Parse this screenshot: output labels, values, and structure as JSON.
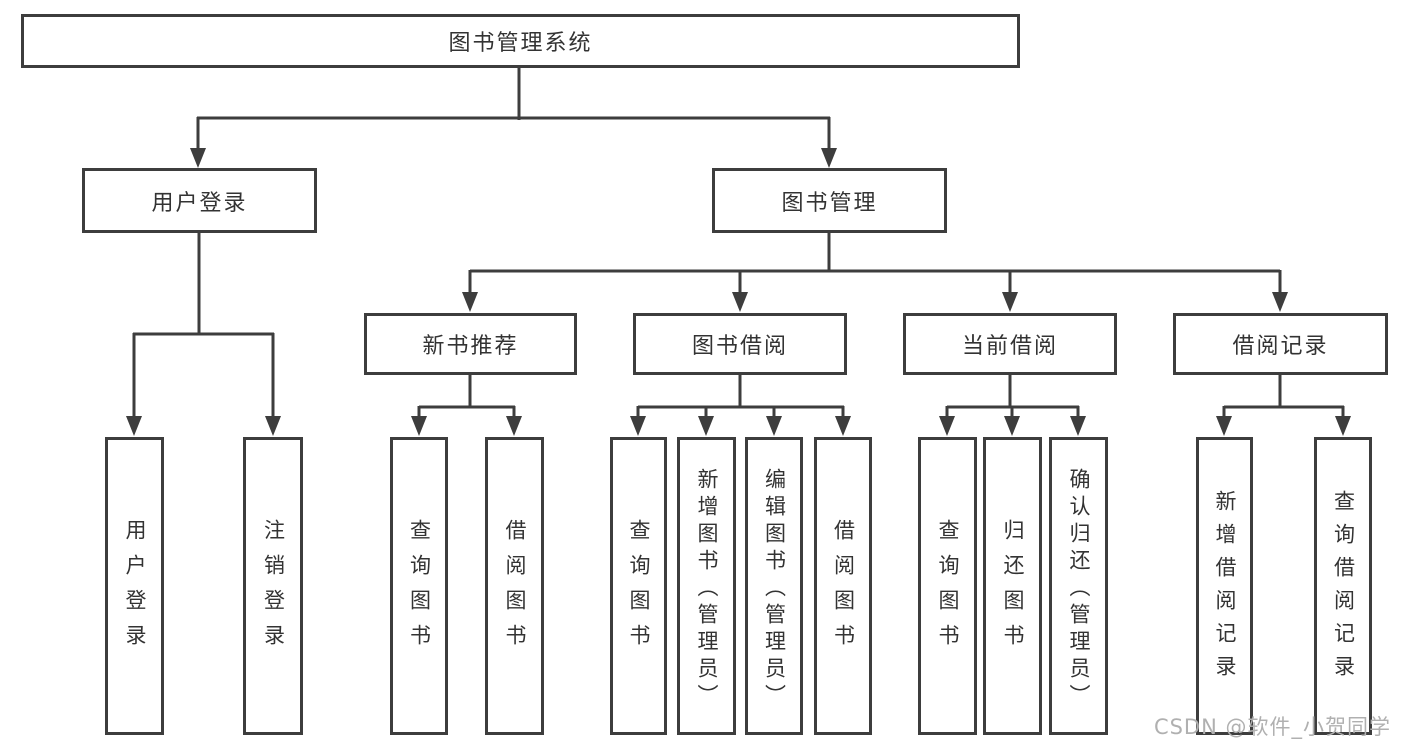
{
  "colors": {
    "line": "#3d3d3d",
    "text": "#333333",
    "box_bg": "#ffffff",
    "watermark": "#b0b0b0",
    "background": "#ffffff"
  },
  "root": {
    "label": "图书管理系统"
  },
  "branches": [
    {
      "label": "用户登录",
      "children": [
        {
          "label": "用户登录"
        },
        {
          "label": "注销登录"
        }
      ]
    },
    {
      "label": "图书管理",
      "sections": [
        {
          "label": "新书推荐",
          "children": [
            {
              "label": "查询图书"
            },
            {
              "label": "借阅图书"
            }
          ]
        },
        {
          "label": "图书借阅",
          "children": [
            {
              "label": "查询图书"
            },
            {
              "label": "新增图书（管理员）"
            },
            {
              "label": "编辑图书（管理员）"
            },
            {
              "label": "借阅图书"
            }
          ]
        },
        {
          "label": "当前借阅",
          "children": [
            {
              "label": "查询图书"
            },
            {
              "label": "归还图书"
            },
            {
              "label": "确认归还（管理员）"
            }
          ]
        },
        {
          "label": "借阅记录",
          "children": [
            {
              "label": "新增借阅记录"
            },
            {
              "label": "查询借阅记录"
            }
          ]
        }
      ]
    }
  ],
  "watermark": {
    "text": "CSDN @软件_小贺同学"
  }
}
